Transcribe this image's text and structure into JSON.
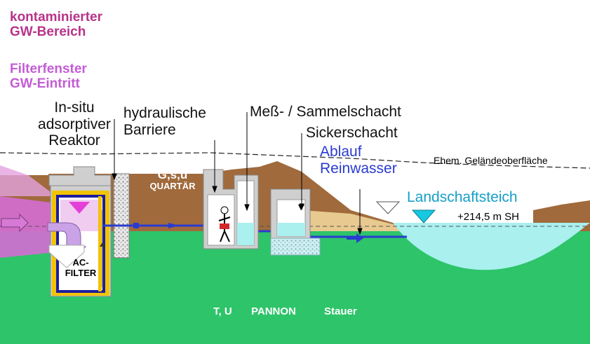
{
  "legend": {
    "contaminated_line1": "kontaminierter",
    "contaminated_line2": "GW-Bereich",
    "filter_line1": "Filterfenster",
    "filter_line2": "GW-Eintritt"
  },
  "labels": {
    "reactor_line1": "In-situ",
    "reactor_line2": "adsorptiver",
    "reactor_line3": "Reaktor",
    "barrier_line1": "hydraulische",
    "barrier_line2": "Barriere",
    "shaft_line1": "Meß- / Sammelschacht",
    "shaft_line2": "Sickerschacht",
    "outflow_line1": "Ablauf",
    "outflow_line2": "Reinwasser",
    "former_surface": "Ehem. Geländeoberfläche",
    "pond": "Landschaftsteich",
    "water_level": "+214,5 m SH",
    "quaternary_line1": "G,s,u",
    "quaternary_line2": "QUARTÄR",
    "ac_filter_line1": "AC-",
    "ac_filter_line2": "FILTER",
    "layer_tu": "T, U",
    "layer_pannon": "PANNON",
    "layer_stauer": "Stauer"
  },
  "colors": {
    "groundwater_green": "#2ec46a",
    "soil_brown": "#a06a3c",
    "water_cyan": "#a9f0ef",
    "contamination_magenta": "#d46ed4",
    "pipe_blue": "#2a3bd0",
    "reactor_gray": "#cfcfcf",
    "filter_yellow": "#f2c400"
  }
}
